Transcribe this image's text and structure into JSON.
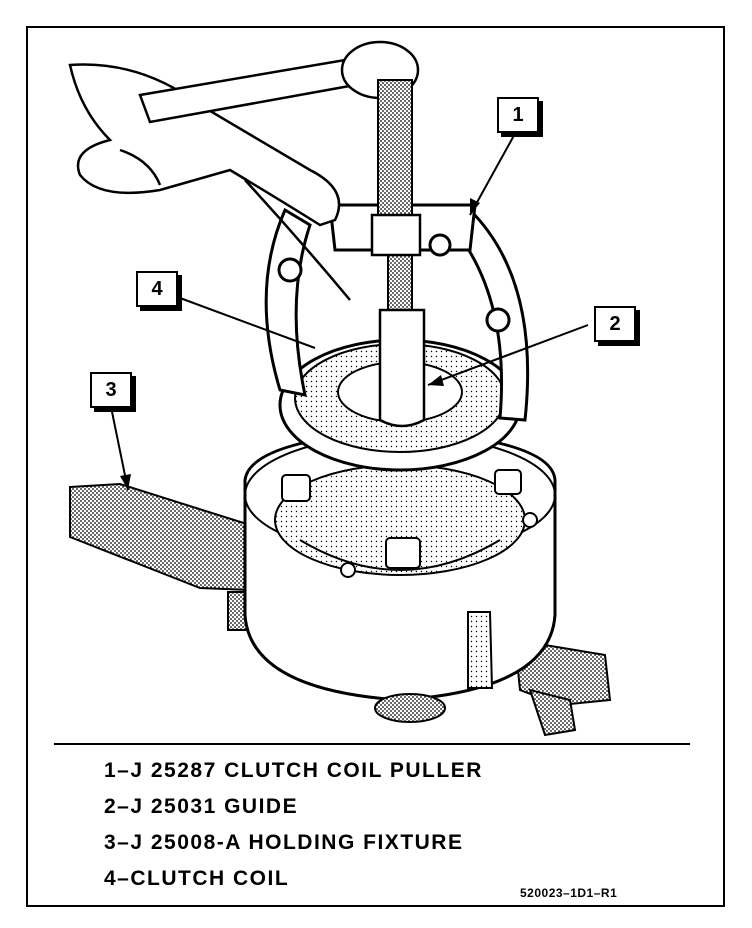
{
  "callouts": [
    {
      "number": "1"
    },
    {
      "number": "2"
    },
    {
      "number": "3"
    },
    {
      "number": "4"
    }
  ],
  "legend": [
    {
      "text": "1–J 25287 CLUTCH COIL PULLER"
    },
    {
      "text": "2–J 25031 GUIDE"
    },
    {
      "text": "3–J 25008-A HOLDING FIXTURE"
    },
    {
      "text": "4–CLUTCH COIL"
    }
  ],
  "figure_code": "520023–1D1–R1",
  "colors": {
    "ink": "#000000",
    "paper": "#ffffff",
    "shade": "#b8b8b8"
  }
}
